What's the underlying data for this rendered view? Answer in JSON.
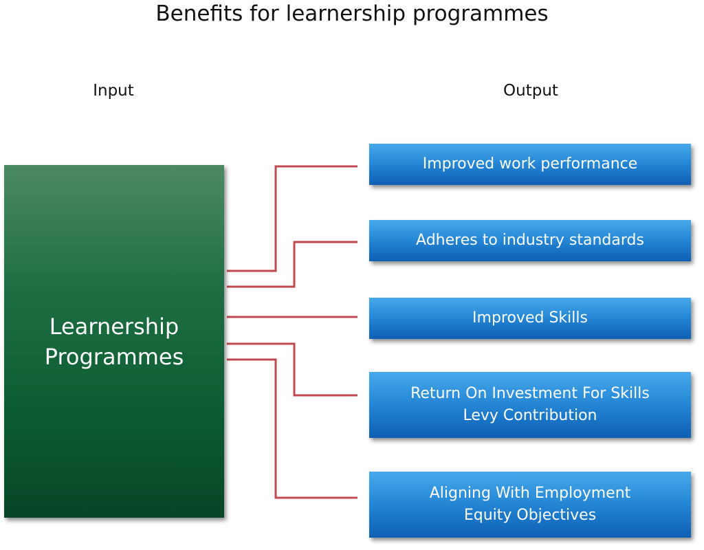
{
  "title": "Benefits for learnership programmes",
  "columns": {
    "input_label": "Input",
    "output_label": "Output"
  },
  "source": {
    "lines": [
      "Learnership",
      "Programmes"
    ]
  },
  "outputs": [
    {
      "lines": [
        "Improved work performance"
      ]
    },
    {
      "lines": [
        "Adheres to industry standards"
      ]
    },
    {
      "lines": [
        "Improved Skills"
      ]
    },
    {
      "lines": [
        "Return On Investment For Skills",
        "Levy Contribution"
      ]
    },
    {
      "lines": [
        "Aligning With Employment",
        "Equity Objectives"
      ]
    }
  ],
  "colors": {
    "source_box": "#0c5c33",
    "output_box": "#2485d4",
    "connector": "#c0494f",
    "text": "#ffffff",
    "heading": "#111111"
  }
}
